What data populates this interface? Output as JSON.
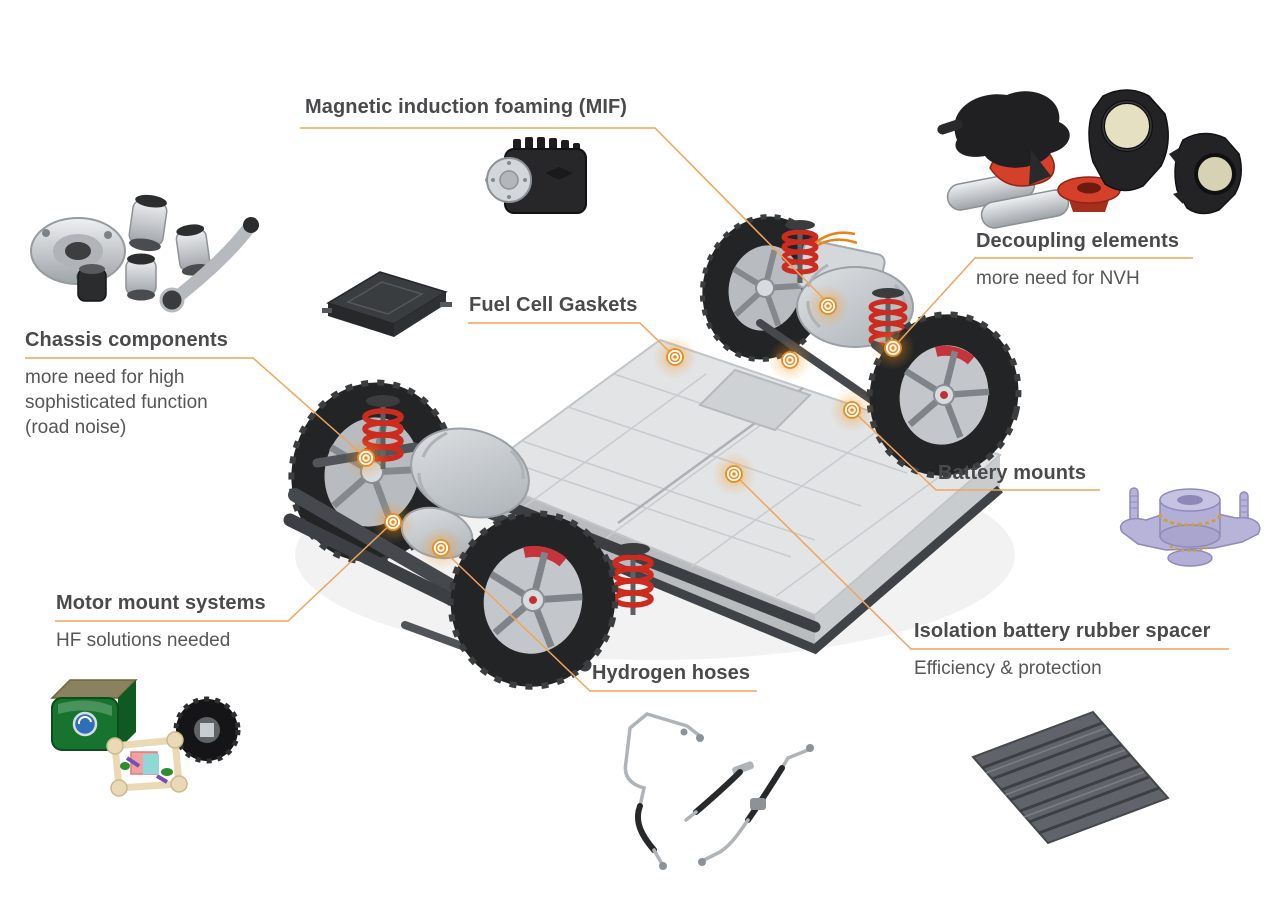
{
  "diagram": {
    "title_context": "Vehicle chassis NVH components overview",
    "accent_color": "#F0A45C",
    "hotspot_color": "#EE8A1E",
    "text_color": "#4A4A4C",
    "callouts": {
      "mif": {
        "title": "Magnetic induction foaming (MIF)"
      },
      "decoupling": {
        "title": "Decoupling elements",
        "subtitle": "more need for NVH"
      },
      "chassis": {
        "title": "Chassis components",
        "subtitle": "more need for high sophisticated function (road noise)"
      },
      "fuel_cell": {
        "title": "Fuel Cell Gaskets"
      },
      "battery_mounts": {
        "title": "Battery mounts"
      },
      "motor_mounts": {
        "title": "Motor mount systems",
        "subtitle": "HF solutions needed"
      },
      "hydrogen": {
        "title": "Hydrogen hoses"
      },
      "isolation": {
        "title": "Isolation battery rubber spacer",
        "subtitle": "Efficiency & protection"
      }
    },
    "illustrations": {
      "chassis_parts": "strut-mount-bushings-control-arm",
      "mif_part": "black-finned-actuator-block",
      "ecu_cover": "dark-flat-housing",
      "decoupling_parts": "black-brackets-red-clamp-silver-pins",
      "battery_mount_cad": "lavender-cad-bushing-with-studs",
      "motor_mount_parts": "green-hydromount-black-bushing-fea-model",
      "hydrogen_hoses": "three-metal-rubber-hose-lines",
      "isolation_spacer": "dark-corrugated-rubber-panel",
      "center": "ev-skateboard-chassis-with-battery-and-wheels"
    },
    "part_colors": {
      "spring_red": "#CC2B20",
      "green_mount": "#17742E",
      "red_clamp": "#D5402B",
      "lavender_mount": "#B8B3D8"
    }
  }
}
